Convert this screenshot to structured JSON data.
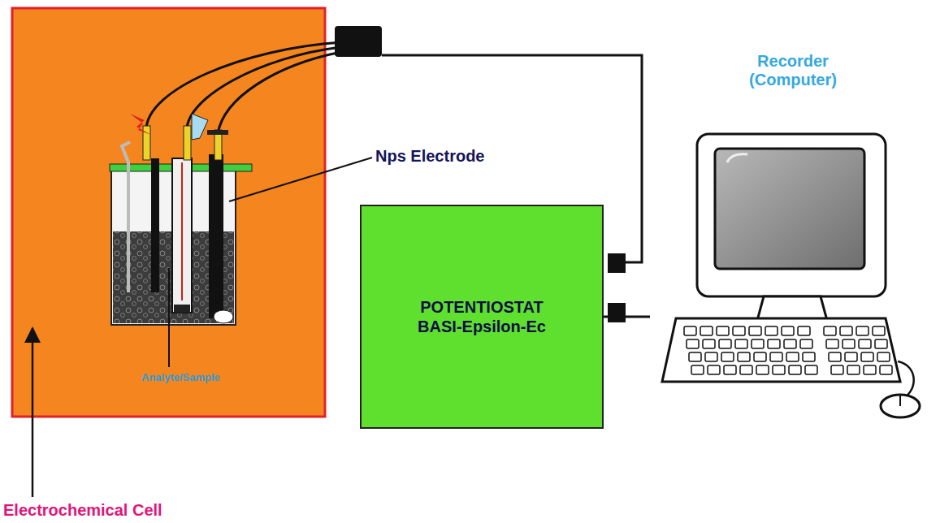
{
  "diagram": {
    "nodes": [
      {
        "text": [
          "POTENTIOSTAT BASI-Epsilon-Ec"
        ]
      },
      {
        "text": [
          "Recorder (Computer)"
        ]
      }
    ],
    "edges": [
      {
        "from": 0,
        "to": 1,
        "arrow": "none"
      }
    ],
    "labels": [
      "Nps Electrode",
      "Analyte/Sample",
      "Electrochemical Cell"
    ]
  }
}
